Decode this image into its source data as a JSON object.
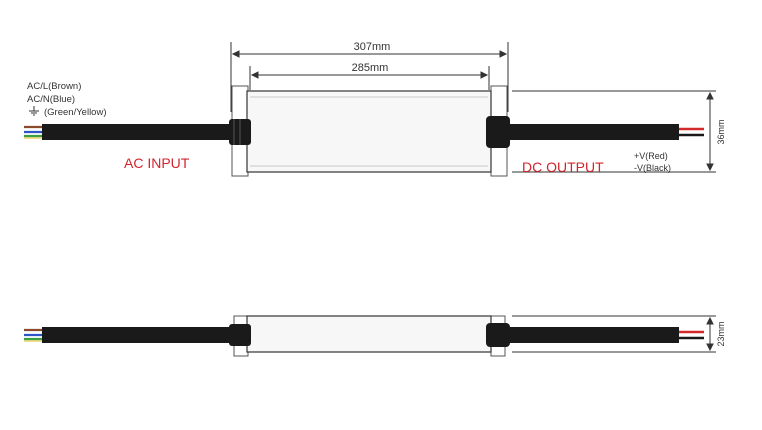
{
  "diagram": {
    "dimensions": {
      "overall_length": "307mm",
      "body_length": "285mm",
      "height": "36mm",
      "thickness": "23mm"
    },
    "input_wires": {
      "live": "AC/L(Brown)",
      "neutral": "AC/N(Blue)",
      "ground": "(Green/Yellow)"
    },
    "output_wires": {
      "positive": "+V(Red)",
      "negative": "-V(Black)"
    },
    "labels": {
      "ac_input": "AC INPUT",
      "dc_output": "DC OUTPUT"
    },
    "colors": {
      "label_red": "#d3242c",
      "cable": "#1a1a1a",
      "body_fill": "#f7f7f7",
      "wire_brown": "#8b4a2b",
      "wire_blue": "#2b55c8",
      "wire_green": "#3aa043",
      "wire_yellow": "#e0c020",
      "wire_red": "#d42a2a"
    },
    "icons": {
      "ground": "ground-symbol-icon"
    }
  }
}
